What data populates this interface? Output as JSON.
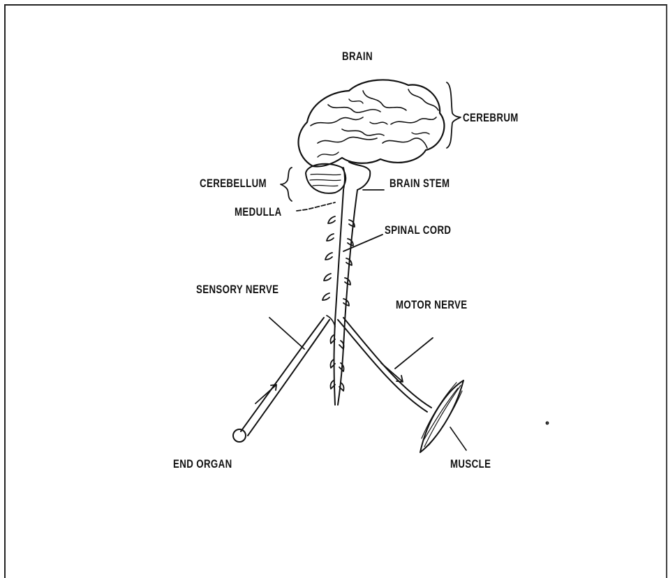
{
  "labels": {
    "brain": "BRAIN",
    "cerebrum": "CEREBRUM",
    "cerebellum": "CEREBELLUM",
    "brain_stem": "BRAIN STEM",
    "medulla": "MEDULLA",
    "spinal_cord": "SPINAL CORD",
    "sensory_nerve": "SENSORY NERVE",
    "motor_nerve": "MOTOR NERVE",
    "end_organ": "END ORGAN",
    "muscle": "MUSCLE"
  },
  "colors": {
    "ink": "#111111",
    "background": "#ffffff"
  }
}
